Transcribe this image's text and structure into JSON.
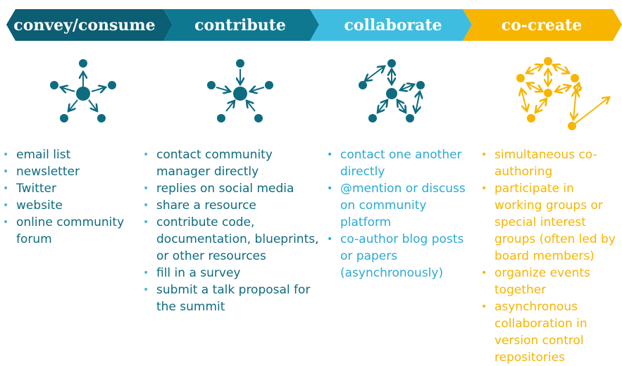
{
  "stages": [
    {
      "label": "convey/consume",
      "color": "#0b5e73",
      "items": [
        "email list",
        "newsletter",
        "Twitter",
        "website",
        "online community forum"
      ]
    },
    {
      "label": "contribute",
      "color": "#0f7891",
      "items": [
        "contact community manager directly",
        "replies on social media",
        "share a resource",
        "contribute code, documentation, blueprints, or other resources",
        "fill in a survey",
        "submit a talk proposal for the summit"
      ]
    },
    {
      "label": "collaborate",
      "color": "#3fbde0",
      "items": [
        "contact one another directly",
        "@mention or discuss on community platform",
        "co-author blog posts or papers (asynchronously)"
      ]
    },
    {
      "label": "co-create",
      "color": "#f7b500",
      "items": [
        "simultaneous co-authoring",
        "participate in working groups or special interest groups (often led by board members)",
        "organize events together",
        "asynchronous collaboration in version control repositories"
      ]
    }
  ],
  "icons": [
    "broadcast-network-icon",
    "inbound-network-icon",
    "peer-to-peer-network-icon",
    "co-creation-network-icon"
  ]
}
